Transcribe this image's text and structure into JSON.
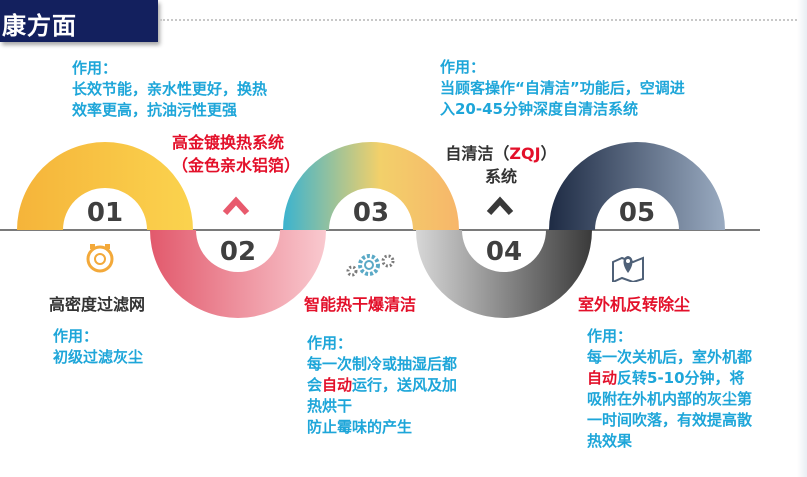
{
  "page_title": "康方面",
  "steps": [
    {
      "number": "01",
      "desc_label": "作用：",
      "desc_lines": [
        "长效节能，亲水性更好，换热",
        "效率更高，抗油污性更强"
      ],
      "name": "高密度过滤网",
      "name_color": "#333333",
      "sub_label": "作用：",
      "sub_lines": [
        "初级过滤灰尘"
      ],
      "color_from": "#f5b43a",
      "color_to": "#fbd34e"
    },
    {
      "number": "02",
      "name_lines": [
        "高金镀换热系统",
        "（金色亲水铝箔）"
      ],
      "name_color": "#e3102a",
      "color_from": "#e2596c",
      "color_to": "#f7b9c1"
    },
    {
      "number": "03",
      "name": "智能热干爆清洁",
      "name_color": "#e3102a",
      "desc_label": "作用：",
      "desc_lines": [
        "每一次制冷或抽湿后都"
      ],
      "desc_line2_pre": "会",
      "desc_line2_highlight": "自动",
      "desc_line2_post": "运行，送风及加",
      "desc_more": [
        "热烘干",
        "防止霉味的产生"
      ],
      "color_from": "#f2d06a",
      "color_to": "#3bb3cf"
    },
    {
      "number": "04",
      "name_line1_pre": "自清洁（",
      "name_line1_highlight": "ZQJ",
      "name_line1_post": "）",
      "name_line2": "系统",
      "desc_label": "作用：",
      "desc_lines": [
        "当顾客操作“自清洁”功能后，空调进",
        "入20-45分钟深度自清洁系统"
      ],
      "color_from": "#d7d7d7",
      "color_to": "#3a3a3a"
    },
    {
      "number": "05",
      "name": "室外机反转除尘",
      "name_color": "#e3102a",
      "desc_label": "作用：",
      "desc_line1": "每一次关机后，室外机都",
      "desc_line2_highlight": "自动",
      "desc_line2_post": "反转5-10分钟，将",
      "desc_more": [
        "吸附在外机内部的灰尘第",
        "一时间吹落，有效提高散",
        "热效果"
      ],
      "color_from": "#1e2b44",
      "color_to": "#8e9fb6"
    }
  ],
  "icons": [
    "filter-gauge-icon",
    "chevron-up-icon",
    "gear-cleaning-icon",
    "chevron-up-dark-icon",
    "map-pin-icon"
  ]
}
